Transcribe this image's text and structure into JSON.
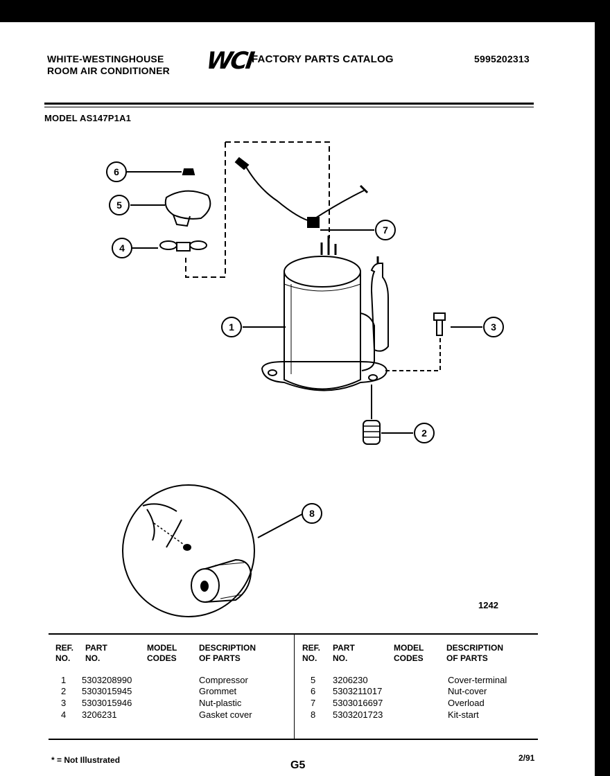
{
  "header": {
    "brand_line1": "WHITE-WESTINGHOUSE",
    "brand_line2": "ROOM AIR CONDITIONER",
    "logo": "WCI",
    "catalog_title": "FACTORY PARTS CATALOG",
    "catalog_number": "5995202313"
  },
  "model": "MODEL AS147P1A1",
  "figure_number": "1242",
  "callouts": [
    "1",
    "2",
    "3",
    "4",
    "5",
    "6",
    "7",
    "8"
  ],
  "table": {
    "headers": {
      "ref": "REF.",
      "ref2": "NO.",
      "part": "PART",
      "part2": "NO.",
      "model": "MODEL",
      "model2": "CODES",
      "desc": "DESCRIPTION",
      "desc2": "OF PARTS"
    },
    "left_rows": [
      {
        "ref": "1",
        "part": "5303208990",
        "model": "",
        "desc": "Compressor"
      },
      {
        "ref": "2",
        "part": "5303015945",
        "model": "",
        "desc": "Grommet"
      },
      {
        "ref": "3",
        "part": "5303015946",
        "model": "",
        "desc": "Nut-plastic"
      },
      {
        "ref": "4",
        "part": "3206231",
        "model": "",
        "desc": "Gasket cover"
      }
    ],
    "right_rows": [
      {
        "ref": "5",
        "part": "3206230",
        "model": "",
        "desc": "Cover-terminal"
      },
      {
        "ref": "6",
        "part": "5303211017",
        "model": "",
        "desc": "Nut-cover"
      },
      {
        "ref": "7",
        "part": "5303016697",
        "model": "",
        "desc": "Overload"
      },
      {
        "ref": "8",
        "part": "5303201723",
        "model": "",
        "desc": "Kit-start"
      }
    ]
  },
  "footer": {
    "note": "* = Not Illustrated",
    "page": "G5",
    "date": "2/91"
  }
}
